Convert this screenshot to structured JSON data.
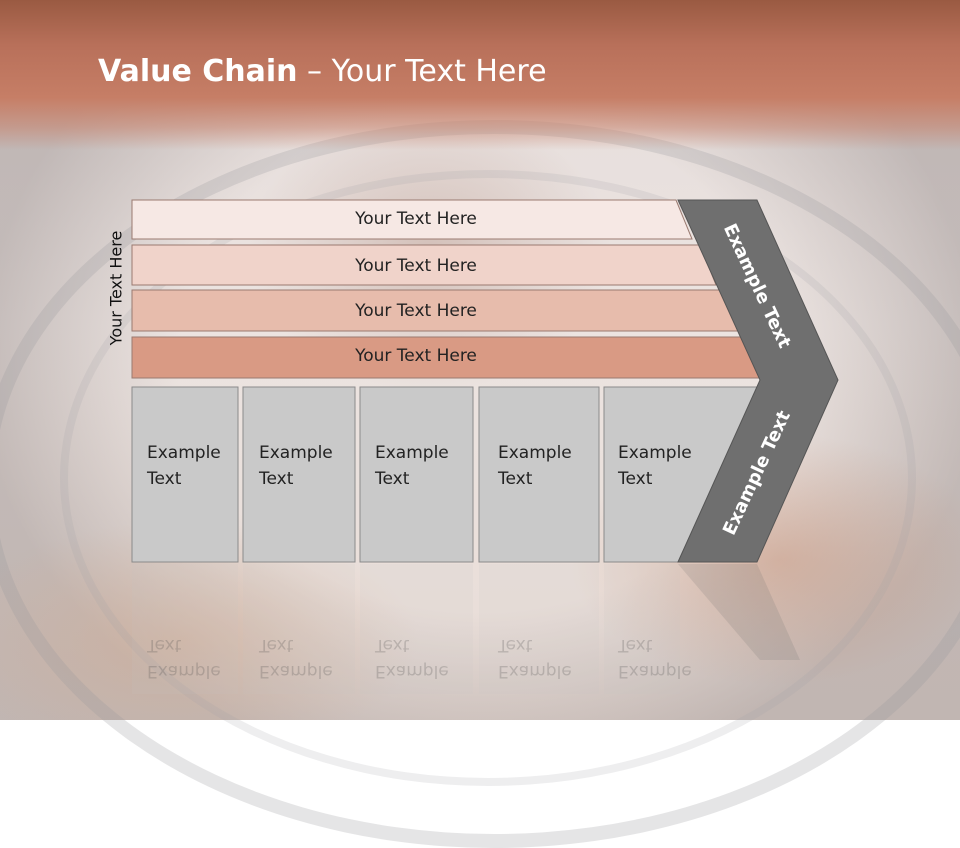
{
  "slide": {
    "title_bold": "Value Chain",
    "title_rest": " – Your Text Here",
    "side_label": "Your Text Here"
  },
  "bars": [
    {
      "label": "Your Text Here",
      "color": "#f6e8e4"
    },
    {
      "label": "Your Text Here",
      "color": "#f0d3ca"
    },
    {
      "label": "Your Text Here",
      "color": "#e7bcac"
    },
    {
      "label": "Your Text Here",
      "color": "#d99a84"
    }
  ],
  "columns": [
    {
      "line1": "Example",
      "line2": "Text"
    },
    {
      "line1": "Example",
      "line2": "Text"
    },
    {
      "line1": "Example",
      "line2": "Text"
    },
    {
      "line1": "Example",
      "line2": "Text"
    },
    {
      "line1": "Example",
      "line2": "Text"
    }
  ],
  "chevron": {
    "upper_label": "Example Text",
    "lower_label": "Example Text",
    "color": "#6f6f6f"
  },
  "colors": {
    "header": "#c47c64",
    "column_fill": "#c9c9c9"
  }
}
